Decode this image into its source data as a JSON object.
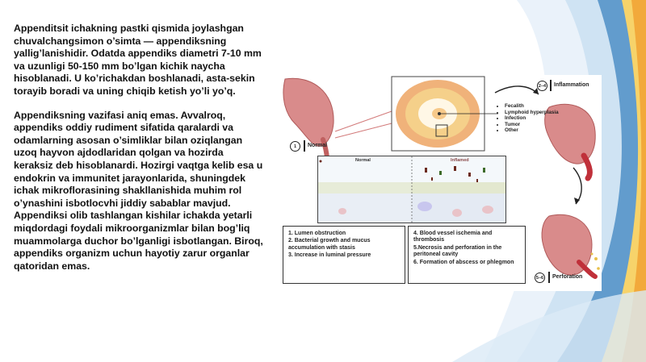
{
  "paragraphs": [
    "Appenditsit ichakning pastki qismida joylashgan chuvalchangsimon o’simta — appendiksning yallig’lanishidir. Odatda appendiks diametri 7-10 mm va uzunligi 50-150 mm bo’lgan kichik naycha hisoblanadi. U ko’richakdan boshlanadi, asta-sekin torayib boradi va uning chiqib ketish yo’li yo’q.",
    "Appendiksning vazifasi aniq emas. Avvalroq, appendiks oddiy rudiment sifatida qaralardi va odamlarning asosan o’simliklar bilan oziqlangan uzoq hayvon ajdodlaridan qolgan va hozirda keraksiz deb hisoblanardi. Hozirgi vaqtga kelib esa u endokrin va immunitet jarayonlarida, shuningdek ichak mikroflorasining shakllanishida muhim rol o’ynashini isbotlocvhi jiddiy sabablar mavjud. Appendiksi olib tashlangan kishilar ichakda yetarli miqdordagi foydali mikroorganizmlar bilan bog’liq muammolarga duchor bo’lganligi isbotlangan. Biroq, appendiks organizm uchun hayotiy zarur organlar qatoridan emas."
  ],
  "figure": {
    "normal": {
      "badge": "1",
      "label": "Normal"
    },
    "inflammation": {
      "badge": "2–4",
      "label": "Inflammation"
    },
    "perforation": {
      "badge": "5–6",
      "label": "Perforation"
    },
    "causes": [
      "Fecalith",
      "Lymphoid hyperplasia",
      "Infection",
      "Tumor",
      "Other"
    ],
    "micro": {
      "normal": "Normal",
      "inflamed": "Inflamed"
    },
    "steps_left": [
      "1.  Lumen obstruction",
      "2.  Bacterial growth and mucus accumulation with stasis",
      "3.  Increase in luminal pressure"
    ],
    "steps_right": [
      "4. Blood vessel ischemia and thrombosis",
      "5.Necrosis and perforation in the peritoneal cavity",
      "6. Formation of abscess or phlegmon"
    ]
  },
  "colors": {
    "swoosh_blue": "#4f8fc6",
    "swoosh_light": "#cfe3f3",
    "swoosh_orange": "#f2a93b",
    "swoosh_yellow": "#f7d36a"
  }
}
